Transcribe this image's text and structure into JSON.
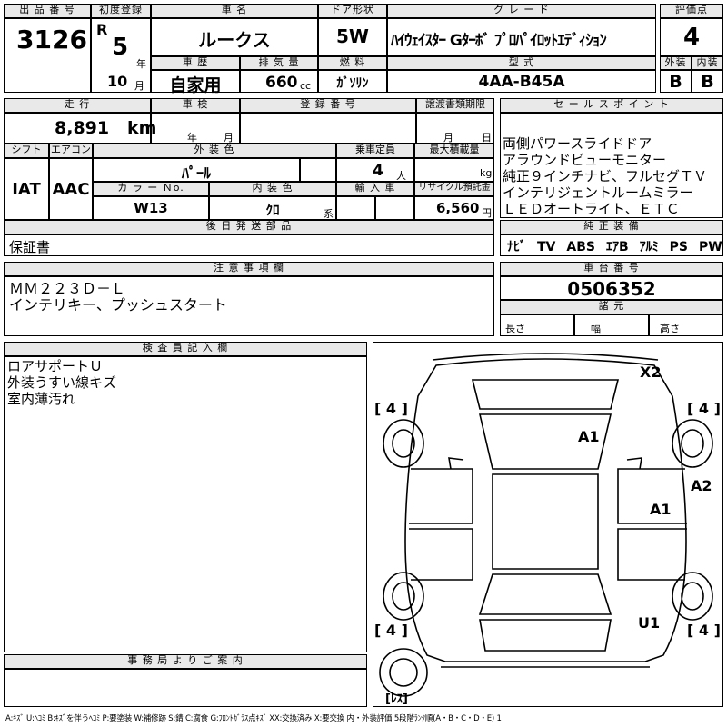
{
  "headers": {
    "lot": "出 品 番 号",
    "first_reg": "初度登録",
    "car_name": "車 名",
    "door": "ドア形状",
    "grade": "グ レ ー ド",
    "score": "評価点",
    "history": "車 歴",
    "displacement": "排 気 量",
    "fuel": "燃 料",
    "model": "型 式",
    "exterior": "外装",
    "interior": "内装",
    "mileage": "走 行",
    "inspection": "車 検",
    "reg_no": "登 録 番 号",
    "transfer": "譲渡書類期限",
    "sales_point": "セ ー ル ス ポ イ ン ト",
    "shift": "シフト",
    "aircon": "エアコン",
    "color": "外 装 色",
    "capacity": "乗車定員",
    "max_load": "最大積載量",
    "color_no": "カ ラ ー Ｎo.",
    "int_color": "内 装 色",
    "import": "輸 入 車",
    "recycle": "リサイクル預託金",
    "later_parts": "後 日 発 送 部 品",
    "genuine": "純 正 装 備",
    "notes": "注 意 事 項 欄",
    "chassis": "車 台 番 号",
    "specs": "諸 元",
    "inspector": "検 査 員 記 入 欄",
    "office": "事 務 局 よ り ご 案 内"
  },
  "lot_number": "3126",
  "era": "R",
  "reg_year": "5",
  "year_unit": "年",
  "reg_month": "10",
  "month_unit": "月",
  "car_name": "ルークス",
  "door_type": "5W",
  "grade": "ﾊｲｳｪｲｽﾀｰ Gﾀｰﾎﾞ ﾌﾟﾛﾊﾟｲﾛｯﾄｴﾃﾞｨｼｮﾝ",
  "score": "4",
  "history": "自家用",
  "displacement": "660",
  "cc_unit": "cc",
  "fuel": "ｶﾞｿﾘﾝ",
  "model_code": "4AA-B45A",
  "exterior_grade": "B",
  "interior_grade": "B",
  "mileage": "8,891",
  "km_unit": "km",
  "insp_year_unit": "年",
  "insp_month_unit": "月",
  "transfer_month": "月",
  "transfer_day": "日",
  "sales_points": "両側パワースライドドア\nアラウンドビューモニター\n純正９インチナビ、フルセグＴＶ\nインテリジェントルームミラー\nＬＥＤオートライト、ＥＴＣ",
  "shift": "IAT",
  "aircon": "AAC",
  "color": "ﾊﾟｰﾙ",
  "capacity": "4",
  "capacity_unit": "人",
  "kg_unit": "kg",
  "color_no": "W13",
  "int_color": "ｸﾛ",
  "int_suffix": "系",
  "recycle": "6,560",
  "yen_unit": "円",
  "later_parts": "保証書",
  "genuine_items": [
    "ﾅﾋﾞ",
    "TV",
    "ABS",
    "ｴｱB",
    "ｱﾙﾐ",
    "PS",
    "PW"
  ],
  "notes": "ＭＭ２２３Ｄ－Ｌ\nインテリキー、プッシュスタート",
  "chassis_no": "0506352",
  "spec_length": "長さ",
  "spec_width": "幅",
  "spec_height": "高さ",
  "inspector_notes": "ロアサポートＵ\n外装うすい線キズ\n室内薄汚れ",
  "diagram": {
    "x2": "X2",
    "a1_top": "A1",
    "a2": "A2",
    "a1_right": "A1",
    "u1": "U1",
    "tire_fl": "[ 4 ]",
    "tire_fr": "[ 4 ]",
    "tire_rl": "[ 4 ]",
    "tire_rr": "[ 4 ]",
    "spare": "[ﾚｽ]"
  },
  "legend": "A:ｷｽﾞ U:ﾍｺﾐ B:ｷｽﾞを伴うﾍｺﾐ P:要塗装 W:補修跡 S:錆 C:腐食 G:ﾌﾛﾝﾄｶﾞﾗｽ点ｷｽﾞ XX:交換済み X:要交換 内・外装評価 5段階ﾗﾝｸ順(A・B・C・D・E) 1"
}
